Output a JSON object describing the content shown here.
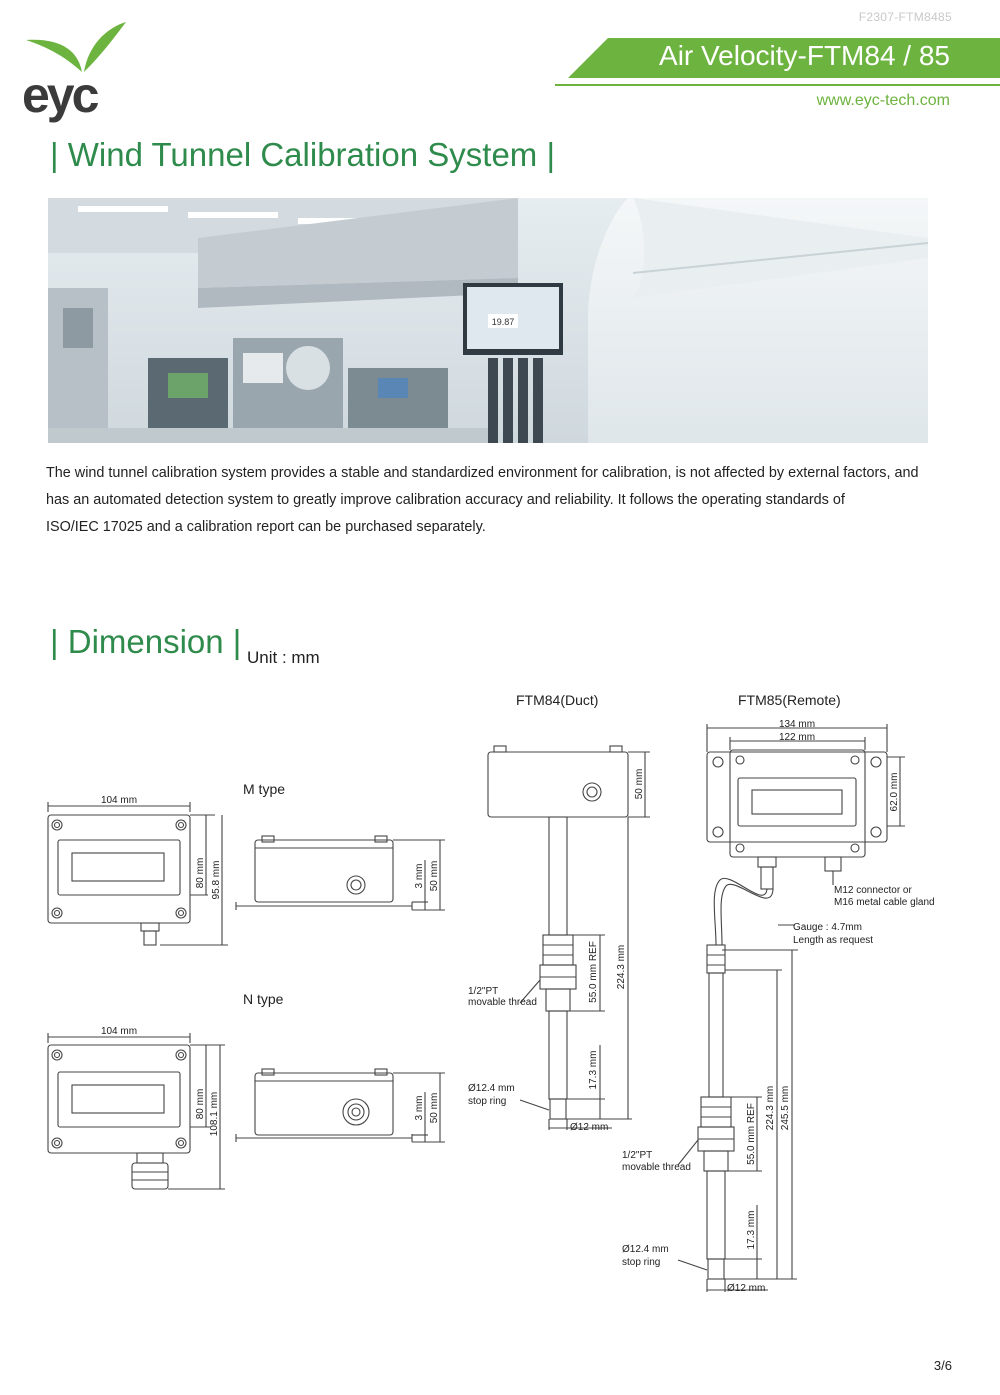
{
  "header": {
    "doc_code": "F2307-FTM8485",
    "title": "Air Velocity-FTM84 / 85",
    "website": "www.eyc-tech.com",
    "logo_text": "eyc"
  },
  "colors": {
    "accent": "#6db33f",
    "title_green": "#2e8b4c"
  },
  "section1": {
    "title": "| Wind Tunnel Calibration System |",
    "photo_readout": "19.87",
    "paragraph_lines": [
      "The wind tunnel calibration system provides a stable and standardized environment for calibration, is not affected by external factors, and",
      "has an automated detection system to greatly improve calibration accuracy and reliability. It follows the operating standards of",
      "ISO/IEC 17025 and a calibration report can be purchased separately."
    ]
  },
  "section2": {
    "title": "| Dimension |",
    "unit": "Unit : mm",
    "m_type": {
      "label": "M type",
      "width": "104 mm",
      "inner_h": "80 mm",
      "outer_h": "95.8 mm",
      "side_gap": "3 mm",
      "side_h": "50 mm"
    },
    "n_type": {
      "label": "N type",
      "width": "104 mm",
      "inner_h": "80 mm",
      "outer_h": "108.1 mm",
      "side_gap": "3 mm",
      "side_h": "50 mm"
    },
    "ftm84": {
      "label": "FTM84(Duct)",
      "box_h": "50 mm",
      "thread_len": "55.0 mm REF",
      "total_len": "224.3 mm",
      "tip_len": "17.3 mm",
      "thread_label_1": "1/2\"PT",
      "thread_label_2": "movable thread",
      "ring_label_1": "Ø12.4 mm",
      "ring_label_2": "stop ring",
      "probe_dia": "Ø12 mm"
    },
    "ftm85": {
      "label": "FTM85(Remote)",
      "width_outer": "134 mm",
      "width_inner": "122 mm",
      "box_h": "62.0 mm",
      "connector_1": "M12 connector or",
      "connector_2": "M16 metal cable gland",
      "gauge_1": "Gauge : 4.7mm",
      "gauge_2": "Length as request",
      "thread_len": "55.0 mm REF",
      "len_a": "224.3 mm",
      "len_b": "245.5 mm",
      "tip_len": "17.3 mm",
      "thread_label_1": "1/2\"PT",
      "thread_label_2": "movable thread",
      "ring_label_1": "Ø12.4 mm",
      "ring_label_2": "stop ring",
      "probe_dia": "Ø12 mm"
    }
  },
  "footer": {
    "page": "3/6"
  }
}
